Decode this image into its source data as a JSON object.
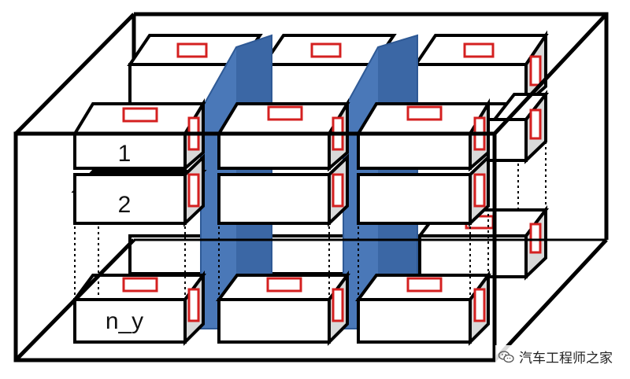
{
  "labels": {
    "cell_1": "1",
    "cell_2": "2",
    "cell_n": "n_y"
  },
  "watermark": {
    "text": "汽车工程师之家",
    "icon": "wechat-icon"
  },
  "colors": {
    "outline": "#000000",
    "cell_fill": "#ffffff",
    "cell_side": "#d9d9d9",
    "terminal": "#d42020",
    "plate_front": "#4a78b8",
    "plate_side": "#2f5a96"
  }
}
